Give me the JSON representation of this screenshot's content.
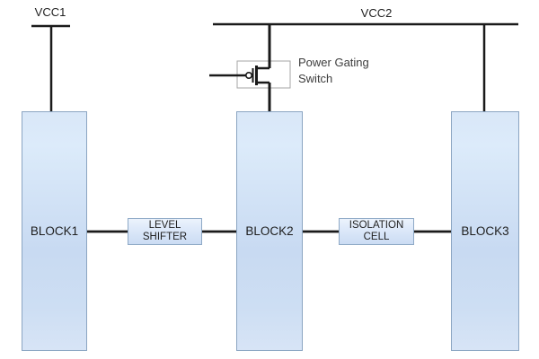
{
  "rails": {
    "vcc1": {
      "label": "VCC1"
    },
    "vcc2": {
      "label": "VCC2"
    }
  },
  "blocks": {
    "block1": {
      "label": "BLOCK1"
    },
    "block2": {
      "label": "BLOCK2"
    },
    "block3": {
      "label": "BLOCK3"
    }
  },
  "cells": {
    "level_shifter": {
      "line1": "LEVEL",
      "line2": "SHIFTER"
    },
    "isolation_cell": {
      "line1": "ISOLATION",
      "line2": "CELL"
    }
  },
  "switch": {
    "line1": "Power Gating",
    "line2": "Switch"
  },
  "colors": {
    "background": "#ffffff",
    "wire": "#1a1a1a",
    "block_fill_top": "#dcebfa",
    "block_fill_bottom": "#c8daf2",
    "block_border": "#8ba5c2",
    "cell_fill_top": "#ecf3fc",
    "cell_fill_bottom": "#cbdcf3",
    "switch_outline": "#a6a6a6",
    "text": "#1f1f1f"
  }
}
